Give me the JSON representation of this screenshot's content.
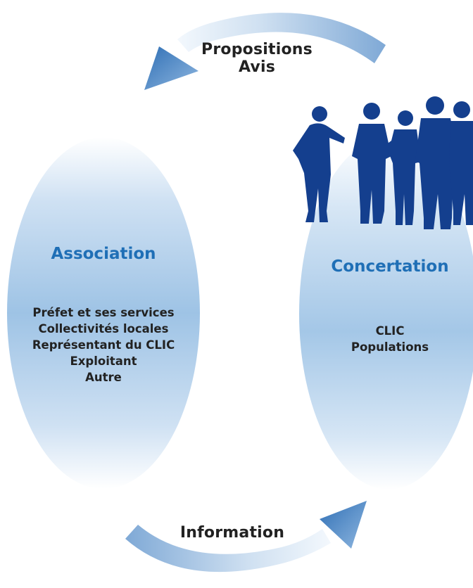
{
  "colors": {
    "ellipse_light": "#ffffff",
    "ellipse_dark": "#8fb9df",
    "arrow_head": "#3f7fc0",
    "arrow_light": "#f2f7fc",
    "silhouettes": "#143f8e",
    "title_blue": "#1f6fb6",
    "text_dark": "#222222"
  },
  "top_flow": {
    "line1": "Propositions",
    "line2": "Avis"
  },
  "bottom_flow": {
    "label": "Information"
  },
  "left_group": {
    "title": "Association",
    "members": [
      "Préfet et ses services",
      "Collectivités locales",
      "Représentant du CLIC",
      "Exploitant",
      "Autre"
    ]
  },
  "right_group": {
    "title": "Concertation",
    "members": [
      "CLIC",
      "Populations"
    ],
    "icon": "people-silhouettes-icon"
  }
}
